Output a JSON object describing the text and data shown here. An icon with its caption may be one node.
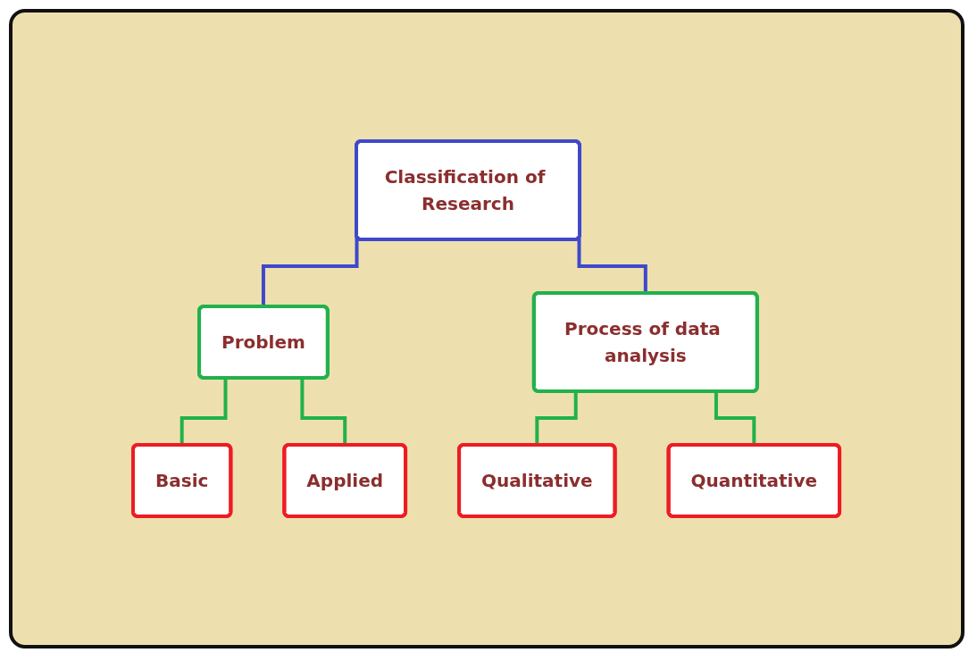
{
  "diagram": {
    "nodes": [
      {
        "text": [
          "Classification of Research"
        ]
      },
      {
        "text": [
          "Problem"
        ]
      },
      {
        "text": [
          "Process of data analysis"
        ]
      },
      {
        "text": [
          "Basic"
        ]
      },
      {
        "text": [
          "Applied"
        ]
      },
      {
        "text": [
          "Qualitative"
        ]
      },
      {
        "text": [
          "Quantitative"
        ]
      }
    ],
    "edges": [
      {
        "from": 0,
        "to": 1,
        "arrow": "none",
        "color": "#3f48cc"
      },
      {
        "from": 0,
        "to": 2,
        "arrow": "none",
        "color": "#3f48cc"
      },
      {
        "from": 1,
        "to": 3,
        "arrow": "none"
      },
      {
        "from": 1,
        "to": 4,
        "arrow": "none"
      },
      {
        "from": 2,
        "to": 5,
        "arrow": "none"
      },
      {
        "from": 2,
        "to": 6,
        "arrow": "none"
      }
    ]
  }
}
